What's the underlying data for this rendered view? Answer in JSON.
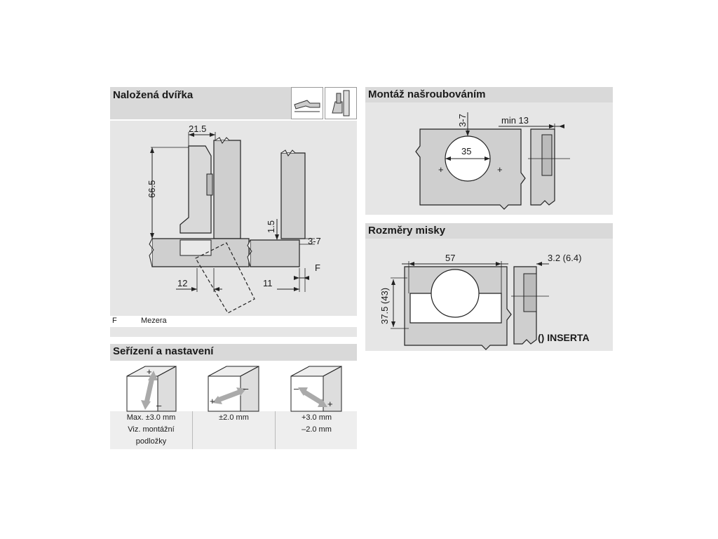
{
  "overlay": {
    "title": "Naložená dvířka",
    "dims": {
      "w": "21.5",
      "h": "66.5",
      "gap_v": "1.5",
      "range": "3-7",
      "a": "12",
      "b": "11",
      "f": "F"
    },
    "legend": {
      "key": "F",
      "label": "Mezera"
    }
  },
  "adjust": {
    "title": "Seřízení a nastavení",
    "cells": [
      {
        "line1": "Max. ±3.0 mm",
        "line2": "Viz. montážní",
        "line3": "podložky"
      },
      {
        "line1": "±2.0 mm",
        "line2": "",
        "line3": ""
      },
      {
        "line1": "+3.0 mm",
        "line2": "–2.0 mm",
        "line3": ""
      }
    ],
    "signs": {
      "plus": "+",
      "minus": "–"
    }
  },
  "mount": {
    "title": "Montáž našroubováním",
    "dims": {
      "edge": "3-7",
      "min": "min 13",
      "diameter": "35"
    },
    "marks": {
      "plus": "+"
    }
  },
  "cup": {
    "title": "Rozměry misky",
    "dims": {
      "width": "57",
      "height": "37.5 (43)",
      "depth": "3.2 (6.4)"
    },
    "note": "() INSERTA"
  },
  "colors": {
    "header": "#d9d9d9",
    "panel": "#e6e6e6",
    "part": "#cfcfcf",
    "arrow": "#aaaaaa"
  }
}
